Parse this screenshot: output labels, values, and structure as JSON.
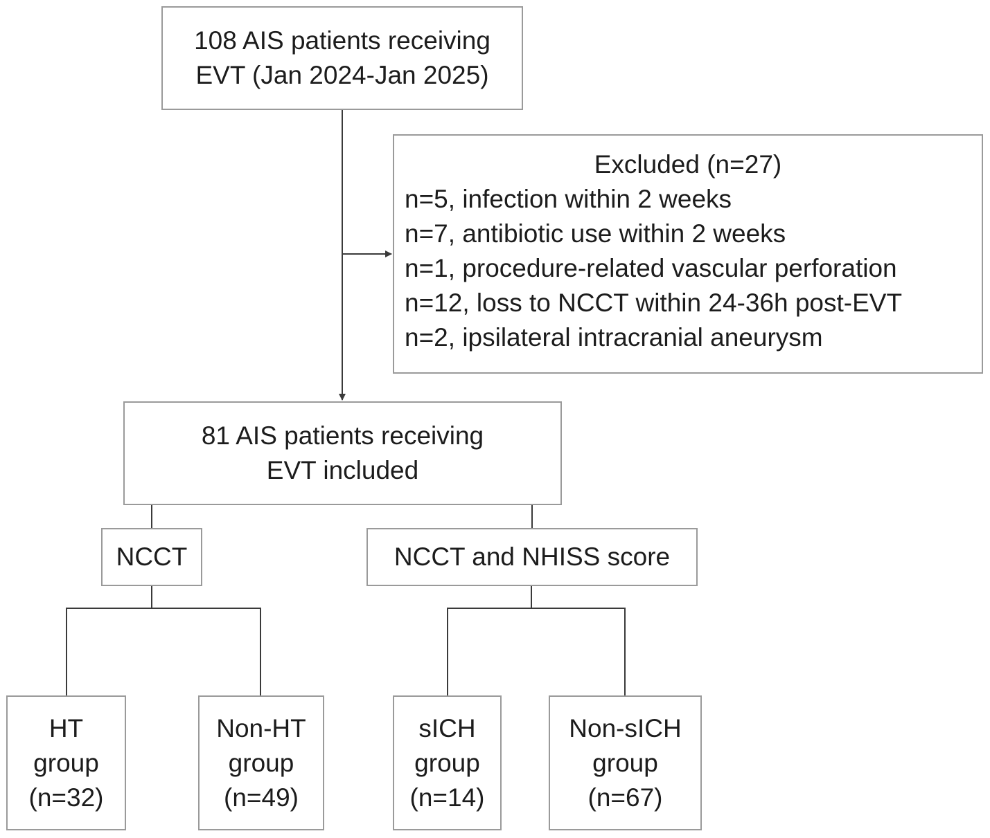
{
  "colors": {
    "box_border": "#9a9a9a",
    "connector": "#3a3a3a",
    "text": "#1c1c1c"
  },
  "diagram": {
    "top_box": {
      "lines": [
        "108 AIS patients receiving",
        "EVT (Jan 2024-Jan 2025)"
      ]
    },
    "excluded_box": {
      "title": "Excluded (n=27)",
      "items": [
        "n=5, infection within 2 weeks",
        "n=7, antibiotic use within 2 weeks",
        "n=1, procedure-related vascular perforation",
        "n=12, loss to  NCCT within 24-36h post-EVT",
        "n=2, ipsilateral intracranial aneurysm"
      ]
    },
    "included_box": {
      "lines": [
        "81 AIS patients receiving",
        "EVT included"
      ]
    },
    "method_boxes": {
      "ncct": "NCCT",
      "ncct_nhiss": "NCCT and NHISS score"
    },
    "groups": {
      "ht": [
        "HT",
        "group",
        "(n=32)"
      ],
      "non_ht": [
        "Non-HT",
        "group",
        "(n=49)"
      ],
      "sich": [
        "sICH",
        "group",
        "(n=14)"
      ],
      "non_sich": [
        "Non-sICH",
        "group",
        "(n=67)"
      ]
    }
  }
}
